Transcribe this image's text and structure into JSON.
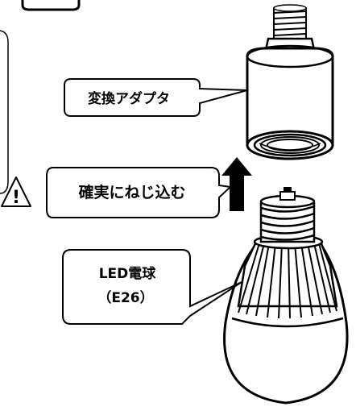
{
  "callouts": {
    "adapter": "変換アダプタ",
    "warning": "確実にねじ込む",
    "bulb_line1": "LED電球",
    "bulb_line2": "（E26）"
  },
  "icons": {
    "warning": "warning-triangle-icon",
    "arrow": "up-arrow-icon"
  },
  "colors": {
    "line": "#000000",
    "fill": "#ffffff"
  }
}
